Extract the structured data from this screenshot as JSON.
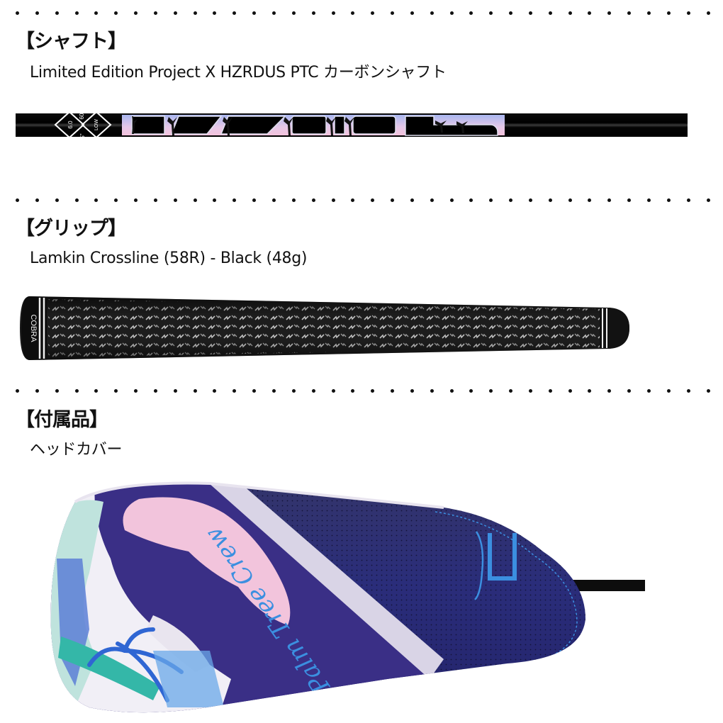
{
  "sections": [
    {
      "heading": "【シャフト】",
      "text": "Limited Edition Project X HZRDUS PTC カーボンシャフト",
      "image": {
        "type": "shaft-image",
        "brand_text": "HZRDUS",
        "badge": {
          "flex": "6.0",
          "weight": "60",
          "torque": "5\"",
          "spin": "LOW",
          "spin_sub": "SPIN"
        },
        "colors": {
          "body": "#000000",
          "graphic_gradient_top": "#a9b6ef",
          "graphic_gradient_bottom": "#f1c6df",
          "palm": "#1a1a1a"
        }
      }
    },
    {
      "heading": "【グリップ】",
      "text": "Lamkin Crossline (58R) - Black (48g)",
      "image": {
        "type": "grip-image",
        "cap_text": "COBRA",
        "colors": {
          "body": "#1c1c1c",
          "pattern": "#c8c8c8",
          "cap_stripe": "#ffffff"
        }
      }
    },
    {
      "heading": "【付属品】",
      "text": "ヘッドカバー",
      "image": {
        "type": "headcover-image",
        "script_text": "Palm Tree Crew",
        "logo": "cobra-c-logo",
        "colors": {
          "navy": "#2a2a6e",
          "purple": "#3d2f86",
          "pink": "#f2c4dc",
          "mint": "#bfe3dd",
          "accent_blue": "#3b8fe0",
          "stripe": "#d9d4e6"
        }
      }
    }
  ],
  "divider": {
    "dot_count": 36,
    "dot_color": "#111111"
  }
}
